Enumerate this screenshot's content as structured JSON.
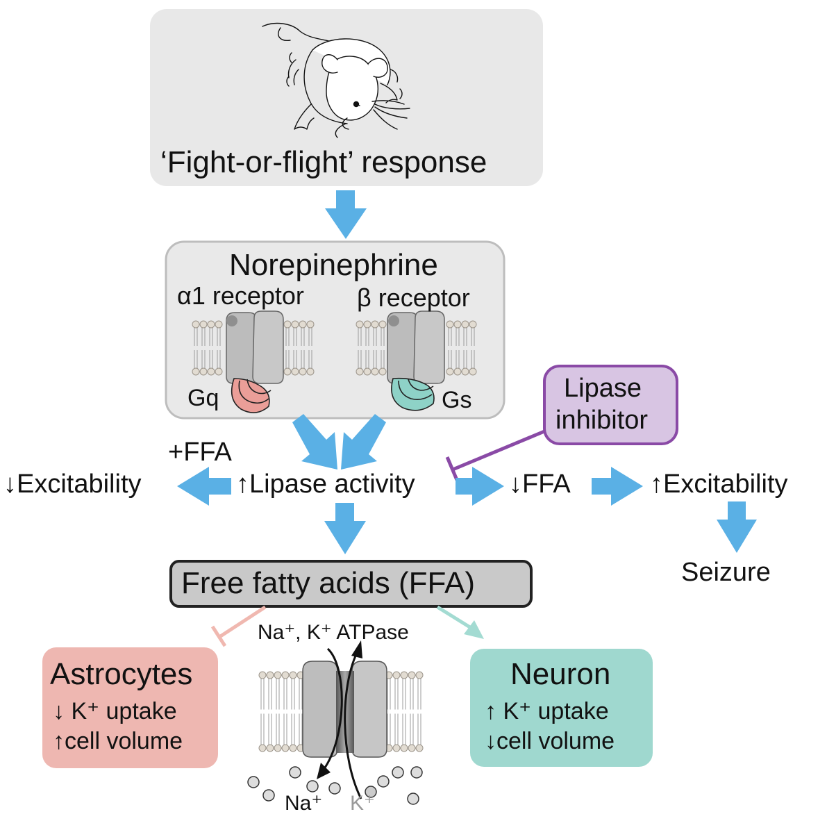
{
  "stress": {
    "label": "‘Fight-or-flight’ response",
    "icon": "mouse-drawing"
  },
  "ne_box": {
    "title": "Norepinephrine",
    "alpha_receptor": "α1 receptor",
    "beta_receptor": "β receptor",
    "gq": "Gq",
    "gs": "Gs"
  },
  "inhibitor": {
    "line1": "Lipase",
    "line2": "inhibitor"
  },
  "pathway": {
    "plus_ffa": "+FFA",
    "excitability_down": "↓Excitability",
    "lipase_activity": "↑Lipase activity",
    "ffa_down": "↓FFA",
    "excitability_up": "↑Excitability",
    "seizure": "Seizure"
  },
  "ffa_box": {
    "label": "Free fatty acids (FFA)"
  },
  "atpase": {
    "label": "Na⁺, K⁺ ATPase",
    "na": "Na⁺",
    "k": "K⁺"
  },
  "astrocytes": {
    "title": "Astrocytes",
    "line1": "↓ K⁺ uptake",
    "line2": "↑cell volume"
  },
  "neuron": {
    "title": "Neuron",
    "line1": "↑ K⁺ uptake",
    "line2": "↓cell volume"
  },
  "colors": {
    "arrow": "#5ab0e5",
    "inhibitor_line": "#8a4aa6",
    "inhibitor_fill": "#d8c5e3",
    "astrocyte_fill": "#eeb7b1",
    "astrocyte_line": "#f0b8b0",
    "neuron_fill": "#9fd8cf",
    "neuron_line": "#a3dbd2",
    "gq": "#ea9e98",
    "gs": "#8ed2c7",
    "panel_gray": "#e8e8e8",
    "ffa_gray": "#c9c9c9"
  }
}
